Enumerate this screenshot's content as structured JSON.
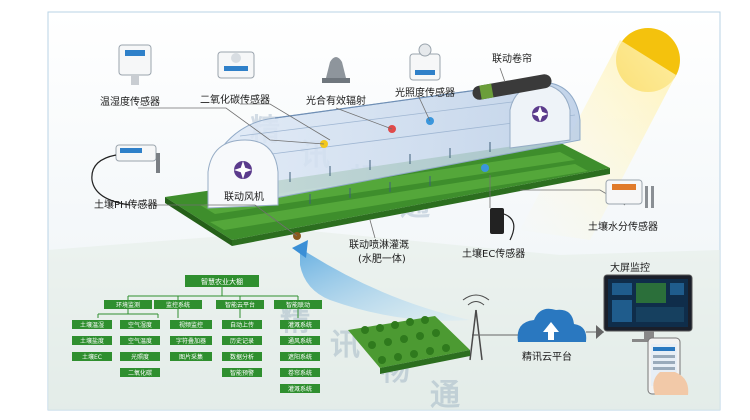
{
  "labels": {
    "humidity_sensor": "温湿度传感器",
    "co2_sensor": "二氧化碳传感器",
    "par_sensor": "光合有效辐射",
    "light_sensor": "光照度传感器",
    "curtain": "联动卷帘",
    "soil_ph_sensor": "土壤PH传感器",
    "fan": "联动风机",
    "soil_moisture_sensor": "土壤水分传感器",
    "irrigation_line1": "联动喷淋灌溉",
    "irrigation_line2": "(水肥一体)",
    "soil_ec_sensor": "土壤EC传感器",
    "big_screen": "大屏监控",
    "cloud_platform": "精讯云平台"
  },
  "org_chart": {
    "root": "智慧农业大棚",
    "level1": [
      "环境监测",
      "监控系统",
      "智能云平台",
      "智能联动"
    ],
    "col_env": [
      "土壤温湿",
      "土壤盐度",
      "土壤EC"
    ],
    "col_air": [
      "空气湿度",
      "空气温度",
      "光照度",
      "二氧化碳"
    ],
    "col_monitor": [
      "视频监控",
      "字符叠加器",
      "图片采集"
    ],
    "col_cloud": [
      "自动上传",
      "历史记录",
      "数据分析",
      "智能预警"
    ],
    "col_link": [
      "灌溉系统",
      "通风系统",
      "遮阳系统",
      "卷帘系统",
      "灌溉系统"
    ]
  },
  "watermark": [
    "精",
    "讯",
    "畅",
    "通"
  ],
  "colors": {
    "field": "#3e8e2c",
    "field_dark": "#2c6e1f",
    "box": "#2f8f2f",
    "sun": "#f4c20d",
    "cloud": "#2a78c0"
  }
}
